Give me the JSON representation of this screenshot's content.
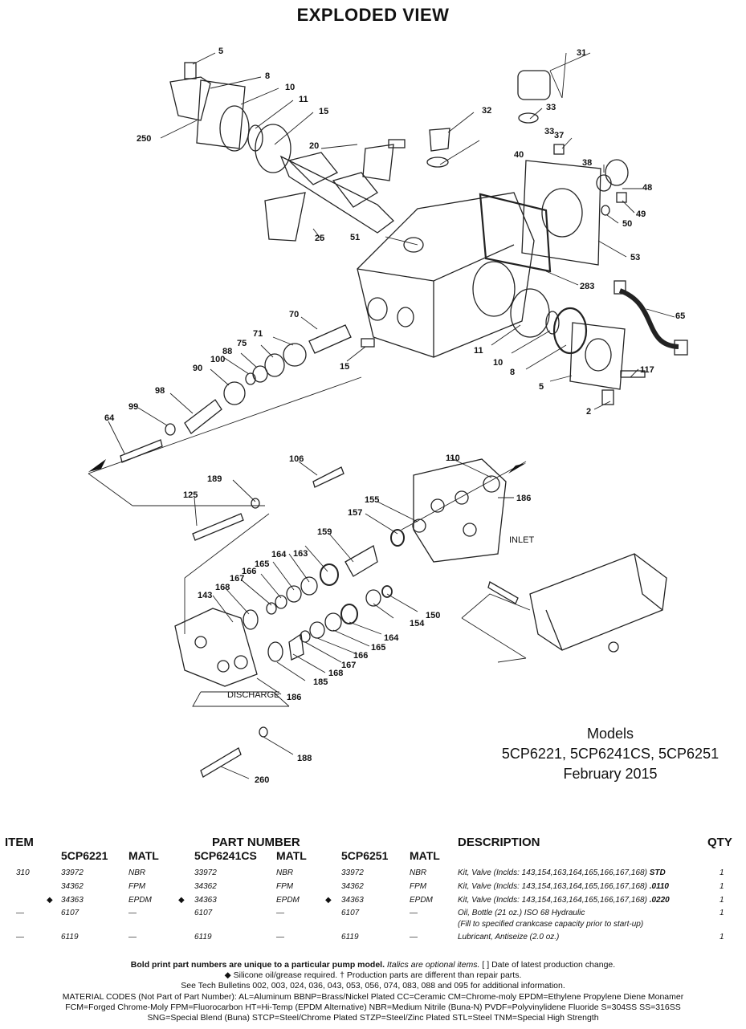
{
  "page": {
    "title": "EXPLODED VIEW"
  },
  "callouts": [
    "5",
    "8",
    "10",
    "11",
    "15",
    "250",
    "20",
    "25",
    "31",
    "32",
    "33",
    "33",
    "40",
    "37",
    "38",
    "48",
    "49",
    "50",
    "53",
    "51",
    "283",
    "65",
    "70",
    "71",
    "75",
    "88",
    "100",
    "90",
    "98",
    "99",
    "64",
    "15",
    "11",
    "10",
    "8",
    "5",
    "2",
    "117",
    "106",
    "110",
    "186",
    "189",
    "125",
    "155",
    "157",
    "159",
    "163",
    "164",
    "165",
    "166",
    "167",
    "168",
    "143",
    "150",
    "154",
    "164",
    "165",
    "166",
    "167",
    "168",
    "185",
    "186",
    "188",
    "260"
  ],
  "diagram_labels": {
    "inlet": "INLET",
    "discharge": "DISCHARGE"
  },
  "models": {
    "heading": "Models",
    "list": "5CP6221, 5CP6241CS, 5CP6251",
    "date": "February 2015"
  },
  "table": {
    "item_header": "ITEM",
    "part_number_header": "PART NUMBER",
    "description_header": "DESCRIPTION",
    "qty_header": "QTY",
    "sub_headers": [
      "5CP6221",
      "MATL",
      "5CP6241CS",
      "MATL",
      "5CP6251",
      "MATL"
    ],
    "rows": [
      {
        "item": "310",
        "m1": "",
        "p1": "33972",
        "mat1": "NBR",
        "m2": "",
        "p2": "33972",
        "mat2": "NBR",
        "m3": "",
        "p3": "33972",
        "mat3": "NBR",
        "desc": "Kit, Valve (Inclds: 143,154,163,164,165,166,167,168) ",
        "desc_bold": "STD",
        "desc2": "",
        "qty": "1"
      },
      {
        "item": "",
        "m1": "",
        "p1": "34362",
        "mat1": "FPM",
        "m2": "",
        "p2": "34362",
        "mat2": "FPM",
        "m3": "",
        "p3": "34362",
        "mat3": "FPM",
        "desc": "Kit, Valve (Inclds: 143,154,163,164,165,166,167,168) ",
        "desc_bold": ".0110",
        "desc2": "",
        "qty": "1"
      },
      {
        "item": "",
        "m1": "◆",
        "p1": "34363",
        "mat1": "EPDM",
        "m2": "◆",
        "p2": "34363",
        "mat2": "EPDM",
        "m3": "◆",
        "p3": "34363",
        "mat3": "EPDM",
        "desc": "Kit, Valve (Inclds: 143,154,163,164,165,166,167,168) ",
        "desc_bold": ".0220",
        "desc2": "",
        "qty": "1"
      },
      {
        "item": "—",
        "m1": "",
        "p1": "6107",
        "mat1": "—",
        "m2": "",
        "p2": "6107",
        "mat2": "—",
        "m3": "",
        "p3": "6107",
        "mat3": "—",
        "desc": "Oil, Bottle (21 oz.) ISO 68 Hydraulic",
        "desc_bold": "",
        "desc2": "(Fill to specified crankcase capacity prior to start-up)",
        "qty": "1"
      },
      {
        "item": "—",
        "m1": "",
        "p1": "6119",
        "mat1": "—",
        "m2": "",
        "p2": "6119",
        "mat2": "—",
        "m3": "",
        "p3": "6119",
        "mat3": "—",
        "desc": "Lubricant, Antiseize (2.0 oz.)",
        "desc_bold": "",
        "desc2": "",
        "qty": "1"
      }
    ]
  },
  "footer": {
    "line1_bold": "Bold print part numbers are unique to a particular pump model.",
    "line1_italic": "Italics are optional items.",
    "line1_rest": "[ ] Date of latest production change.",
    "line2": "◆ Silicone oil/grease required.  † Production parts are different than repair parts.",
    "line3": "See Tech Bulletins 002, 003, 024, 036, 043, 053, 056, 074, 083, 088 and 095 for additional information.",
    "line4": "MATERIAL CODES (Not Part of Part Number):  AL=Aluminum  BBNP=Brass/Nickel Plated  CC=Ceramic  CM=Chrome-moly  EPDM=Ethylene Propylene Diene Monamer",
    "line5": "FCM=Forged Chrome-Moly  FPM=Fluorocarbon  HT=Hi-Temp (EPDM Alternative)  NBR=Medium Nitrile (Buna-N)  PVDF=Polyvinylidene Fluoride  S=304SS  SS=316SS",
    "line6": "SNG=Special Blend (Buna)  STCP=Steel/Chrome Plated  STZP=Steel/Zinc Plated  STL=Steel  TNM=Special High Strength"
  }
}
